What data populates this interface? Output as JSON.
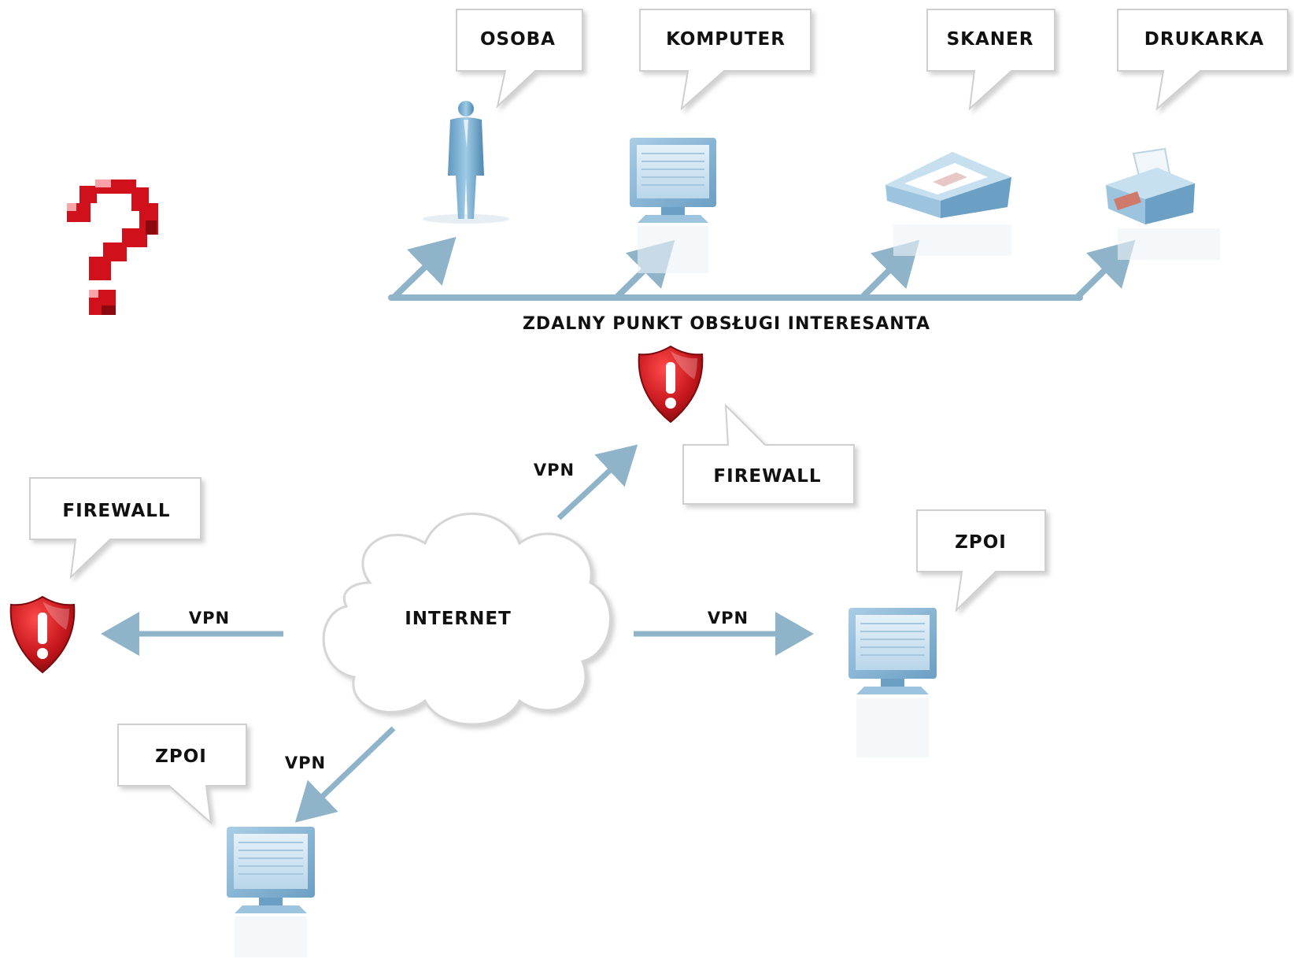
{
  "labels": {
    "osoba": "OSOBA",
    "komputer": "KOMPUTER",
    "skaner": "SKANER",
    "drukarka": "DRUKARKA",
    "remote_point": "ZDALNY PUNKT OBSŁUGI INTERESANTA",
    "firewall_top": "FIREWALL",
    "firewall_left": "FIREWALL",
    "zpoi_right": "ZPOI",
    "zpoi_bottom": "ZPOI",
    "internet": "INTERNET",
    "vpn_top": "VPN",
    "vpn_left": "VPN",
    "vpn_right": "VPN",
    "vpn_bottom": "VPN",
    "question_mark": "?"
  },
  "colors": {
    "link": "#8fb3c9",
    "link_dark": "#7aa2ba",
    "shield": "#c4161c",
    "question": "#d0101a",
    "device": "#9cc4df",
    "device_dark": "#5f93b8"
  },
  "icons": {
    "person": "person-icon",
    "computer": "computer-icon",
    "scanner": "scanner-icon",
    "printer": "printer-icon",
    "firewall": "shield-icon",
    "internet": "cloud-icon",
    "unknown": "question-mark-icon"
  }
}
